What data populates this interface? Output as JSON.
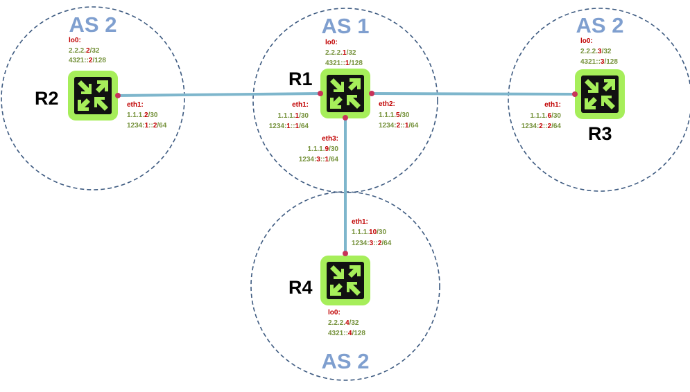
{
  "zones": [
    {
      "id": "r2-zone",
      "as_label": "AS 2"
    },
    {
      "id": "r1-zone",
      "as_label": "AS 1"
    },
    {
      "id": "r3-zone",
      "as_label": "AS 2"
    },
    {
      "id": "r4-zone",
      "as_label": "AS 2"
    }
  ],
  "routers": {
    "r1": {
      "name": "R1",
      "lo0": {
        "label": "lo0:",
        "v4": [
          "2.2.2.",
          "1",
          "/32"
        ],
        "v6": [
          "4321::",
          "1",
          "/128"
        ]
      },
      "eth1": {
        "label": "eth1:",
        "v4": [
          "1.1.1.",
          "1",
          "/30"
        ],
        "v6": [
          "1234:",
          "1",
          "::",
          "1",
          "/64"
        ]
      },
      "eth2": {
        "label": "eth2:",
        "v4": [
          "1.1.1.",
          "5",
          "/30"
        ],
        "v6": [
          "1234:",
          "2",
          "::",
          "1",
          "/64"
        ]
      },
      "eth3": {
        "label": "eth3:",
        "v4": [
          "1.1.1.",
          "9",
          "/30"
        ],
        "v6": [
          "1234:",
          "3",
          "::",
          "1",
          "/64"
        ]
      }
    },
    "r2": {
      "name": "R2",
      "lo0": {
        "label": "lo0:",
        "v4": [
          "2.2.2.",
          "2",
          "/32"
        ],
        "v6": [
          "4321::",
          "2",
          "/128"
        ]
      },
      "eth1": {
        "label": "eth1:",
        "v4": [
          "1.1.1.",
          "2",
          "/30"
        ],
        "v6": [
          "1234:",
          "1",
          "::",
          "2",
          "/64"
        ]
      }
    },
    "r3": {
      "name": "R3",
      "lo0": {
        "label": "lo0:",
        "v4": [
          "2.2.2.",
          "3",
          "/32"
        ],
        "v6": [
          "4321::",
          "3",
          "/128"
        ]
      },
      "eth1": {
        "label": "eth1:",
        "v4": [
          "1.1.1.",
          "6",
          "/30"
        ],
        "v6": [
          "1234:",
          "2",
          "::",
          "2",
          "/64"
        ]
      }
    },
    "r4": {
      "name": "R4",
      "lo0": {
        "label": "lo0:",
        "v4": [
          "2.2.2.",
          "4",
          "/32"
        ],
        "v6": [
          "4321::",
          "4",
          "/128"
        ]
      },
      "eth1": {
        "label": "eth1:",
        "v4": [
          "1.1.1.",
          "10",
          "/30"
        ],
        "v6": [
          "1234:",
          "3",
          "::",
          "2",
          "/64"
        ]
      }
    }
  },
  "colors": {
    "as_label": "#7f9fcf",
    "zone_border": "#3d5a80",
    "link": "#7eb6cc",
    "port": "#c8335a",
    "router_body": "#a6ee5a",
    "interface_name": "#c00000",
    "address": "#76923c"
  }
}
